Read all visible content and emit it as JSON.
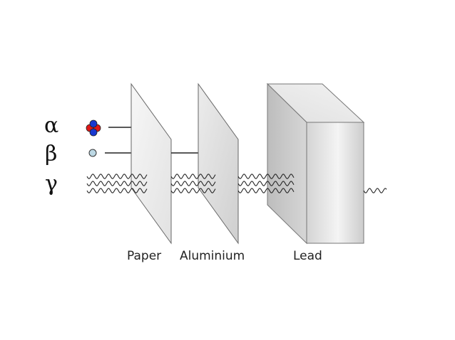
{
  "radiation": {
    "alpha": {
      "symbol": "α"
    },
    "beta": {
      "symbol": "β"
    },
    "gamma": {
      "symbol": "γ"
    }
  },
  "barriers": {
    "paper": {
      "label": "Paper"
    },
    "aluminium": {
      "label": "Aluminium"
    },
    "lead": {
      "label": "Lead"
    }
  },
  "colors": {
    "alpha_proton": "#e01818",
    "alpha_neutron": "#1838d0",
    "beta_particle": "#bcd8e4",
    "paper_sheet": "#eeeeee",
    "aluminium_sheet": "#dedede",
    "lead_block": "#d8d8d8",
    "line": "#222222"
  }
}
